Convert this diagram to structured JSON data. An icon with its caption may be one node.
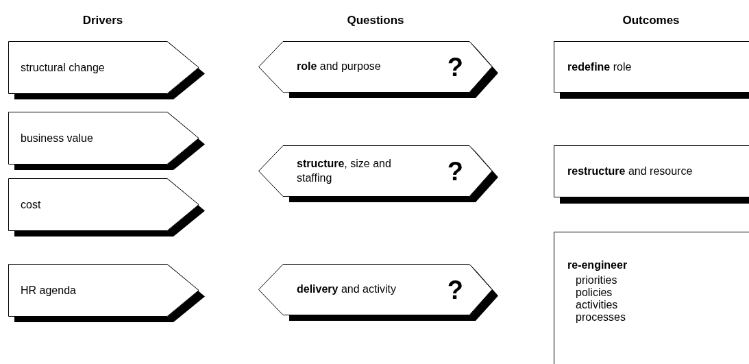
{
  "diagram": {
    "nodes": [
      {
        "text": [
          "structural change"
        ]
      },
      {
        "text": [
          "business value"
        ]
      },
      {
        "text": [
          "cost"
        ]
      },
      {
        "text": [
          "HR agenda"
        ]
      },
      {
        "text": [
          "**role** and purpose",
          "?"
        ]
      },
      {
        "text": [
          "**structure**, size and staffing",
          "?"
        ]
      },
      {
        "text": [
          "**delivery** and activity",
          "?"
        ]
      },
      {
        "text": [
          "**redefine** role"
        ]
      },
      {
        "text": [
          "**restructure** and resource"
        ]
      },
      {
        "text": [
          "re-engineer",
          "priorities",
          "policies",
          "activities",
          "processes"
        ]
      }
    ],
    "labels": [
      "Drivers",
      "Questions",
      "Outcomes"
    ]
  }
}
